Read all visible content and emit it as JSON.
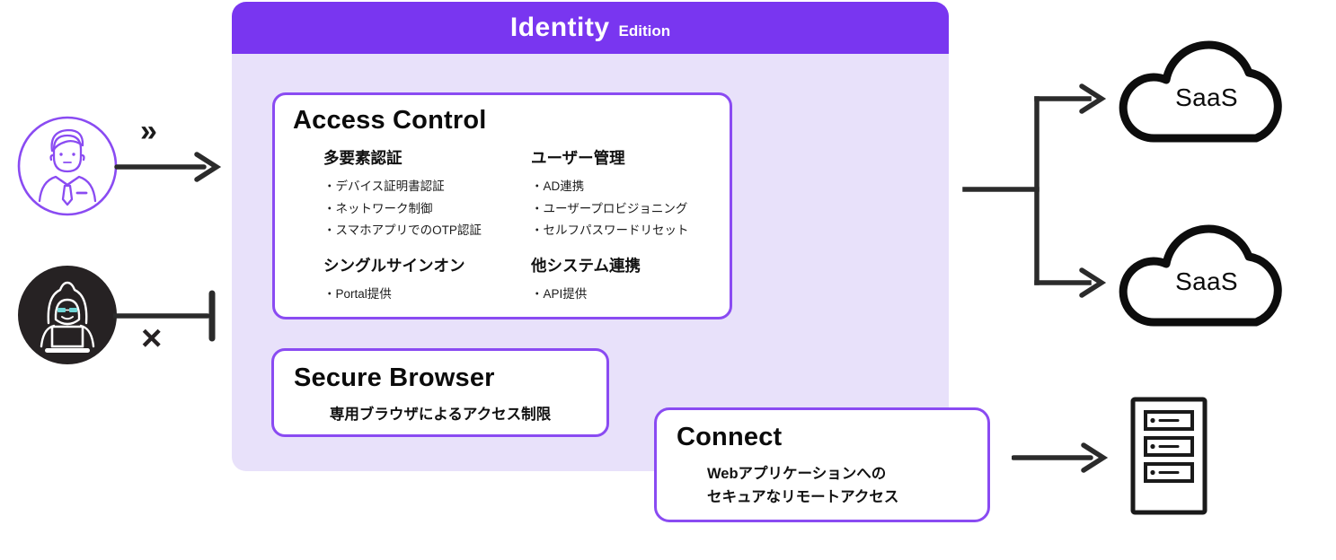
{
  "panel": {
    "product": "Identity",
    "edition": "Edition"
  },
  "access_control": {
    "title": "Access Control",
    "sections": [
      {
        "heading": "多要素認証",
        "items": [
          "・デバイス証明書認証",
          "・ネットワーク制御",
          "・スマホアプリでのOTP認証"
        ]
      },
      {
        "heading": "ユーザー管理",
        "items": [
          "・AD連携",
          "・ユーザープロビジョニング",
          "・セルフパスワードリセット"
        ]
      },
      {
        "heading": "シングルサインオン",
        "items": [
          "・Portal提供"
        ]
      },
      {
        "heading": "他システム連携",
        "items": [
          "・API提供"
        ]
      }
    ]
  },
  "secure_browser": {
    "title": "Secure Browser",
    "description": "専用ブラウザによるアクセス制限"
  },
  "connect": {
    "title": "Connect",
    "description_line1": "Webアプリケーションへの",
    "description_line2": "セキュアなリモートアクセス"
  },
  "destinations": {
    "saas_top": "SaaS",
    "saas_bottom": "SaaS"
  },
  "marks": {
    "fast_forward": "»",
    "blocked_cross": "×"
  },
  "colors": {
    "header_purple": "#7936F0",
    "box_border_purple": "#8A4BF2",
    "panel_lavender": "#E8E1FA",
    "line_dark": "#2B2B2B",
    "attacker_circle": "#262223",
    "attacker_glasses": "#6FD6D6"
  }
}
